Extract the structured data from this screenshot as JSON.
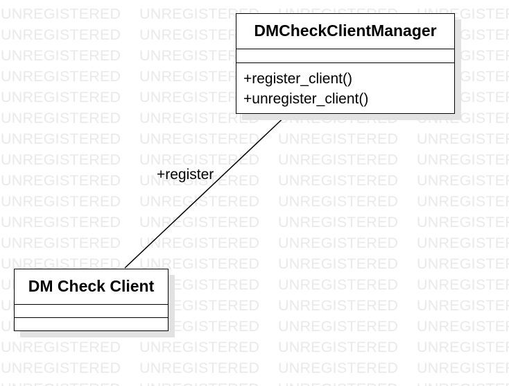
{
  "watermark": {
    "text": "UNREGISTERED"
  },
  "diagram": {
    "classes": [
      {
        "id": "manager",
        "name": "DMCheckClientManager",
        "attributes": [],
        "operations": [
          "+register_client()",
          "+unregister_client()"
        ]
      },
      {
        "id": "client",
        "name": "DM Check Client",
        "attributes": [],
        "operations": []
      }
    ],
    "associations": [
      {
        "from": "client",
        "to": "manager",
        "label": "+register"
      }
    ]
  }
}
